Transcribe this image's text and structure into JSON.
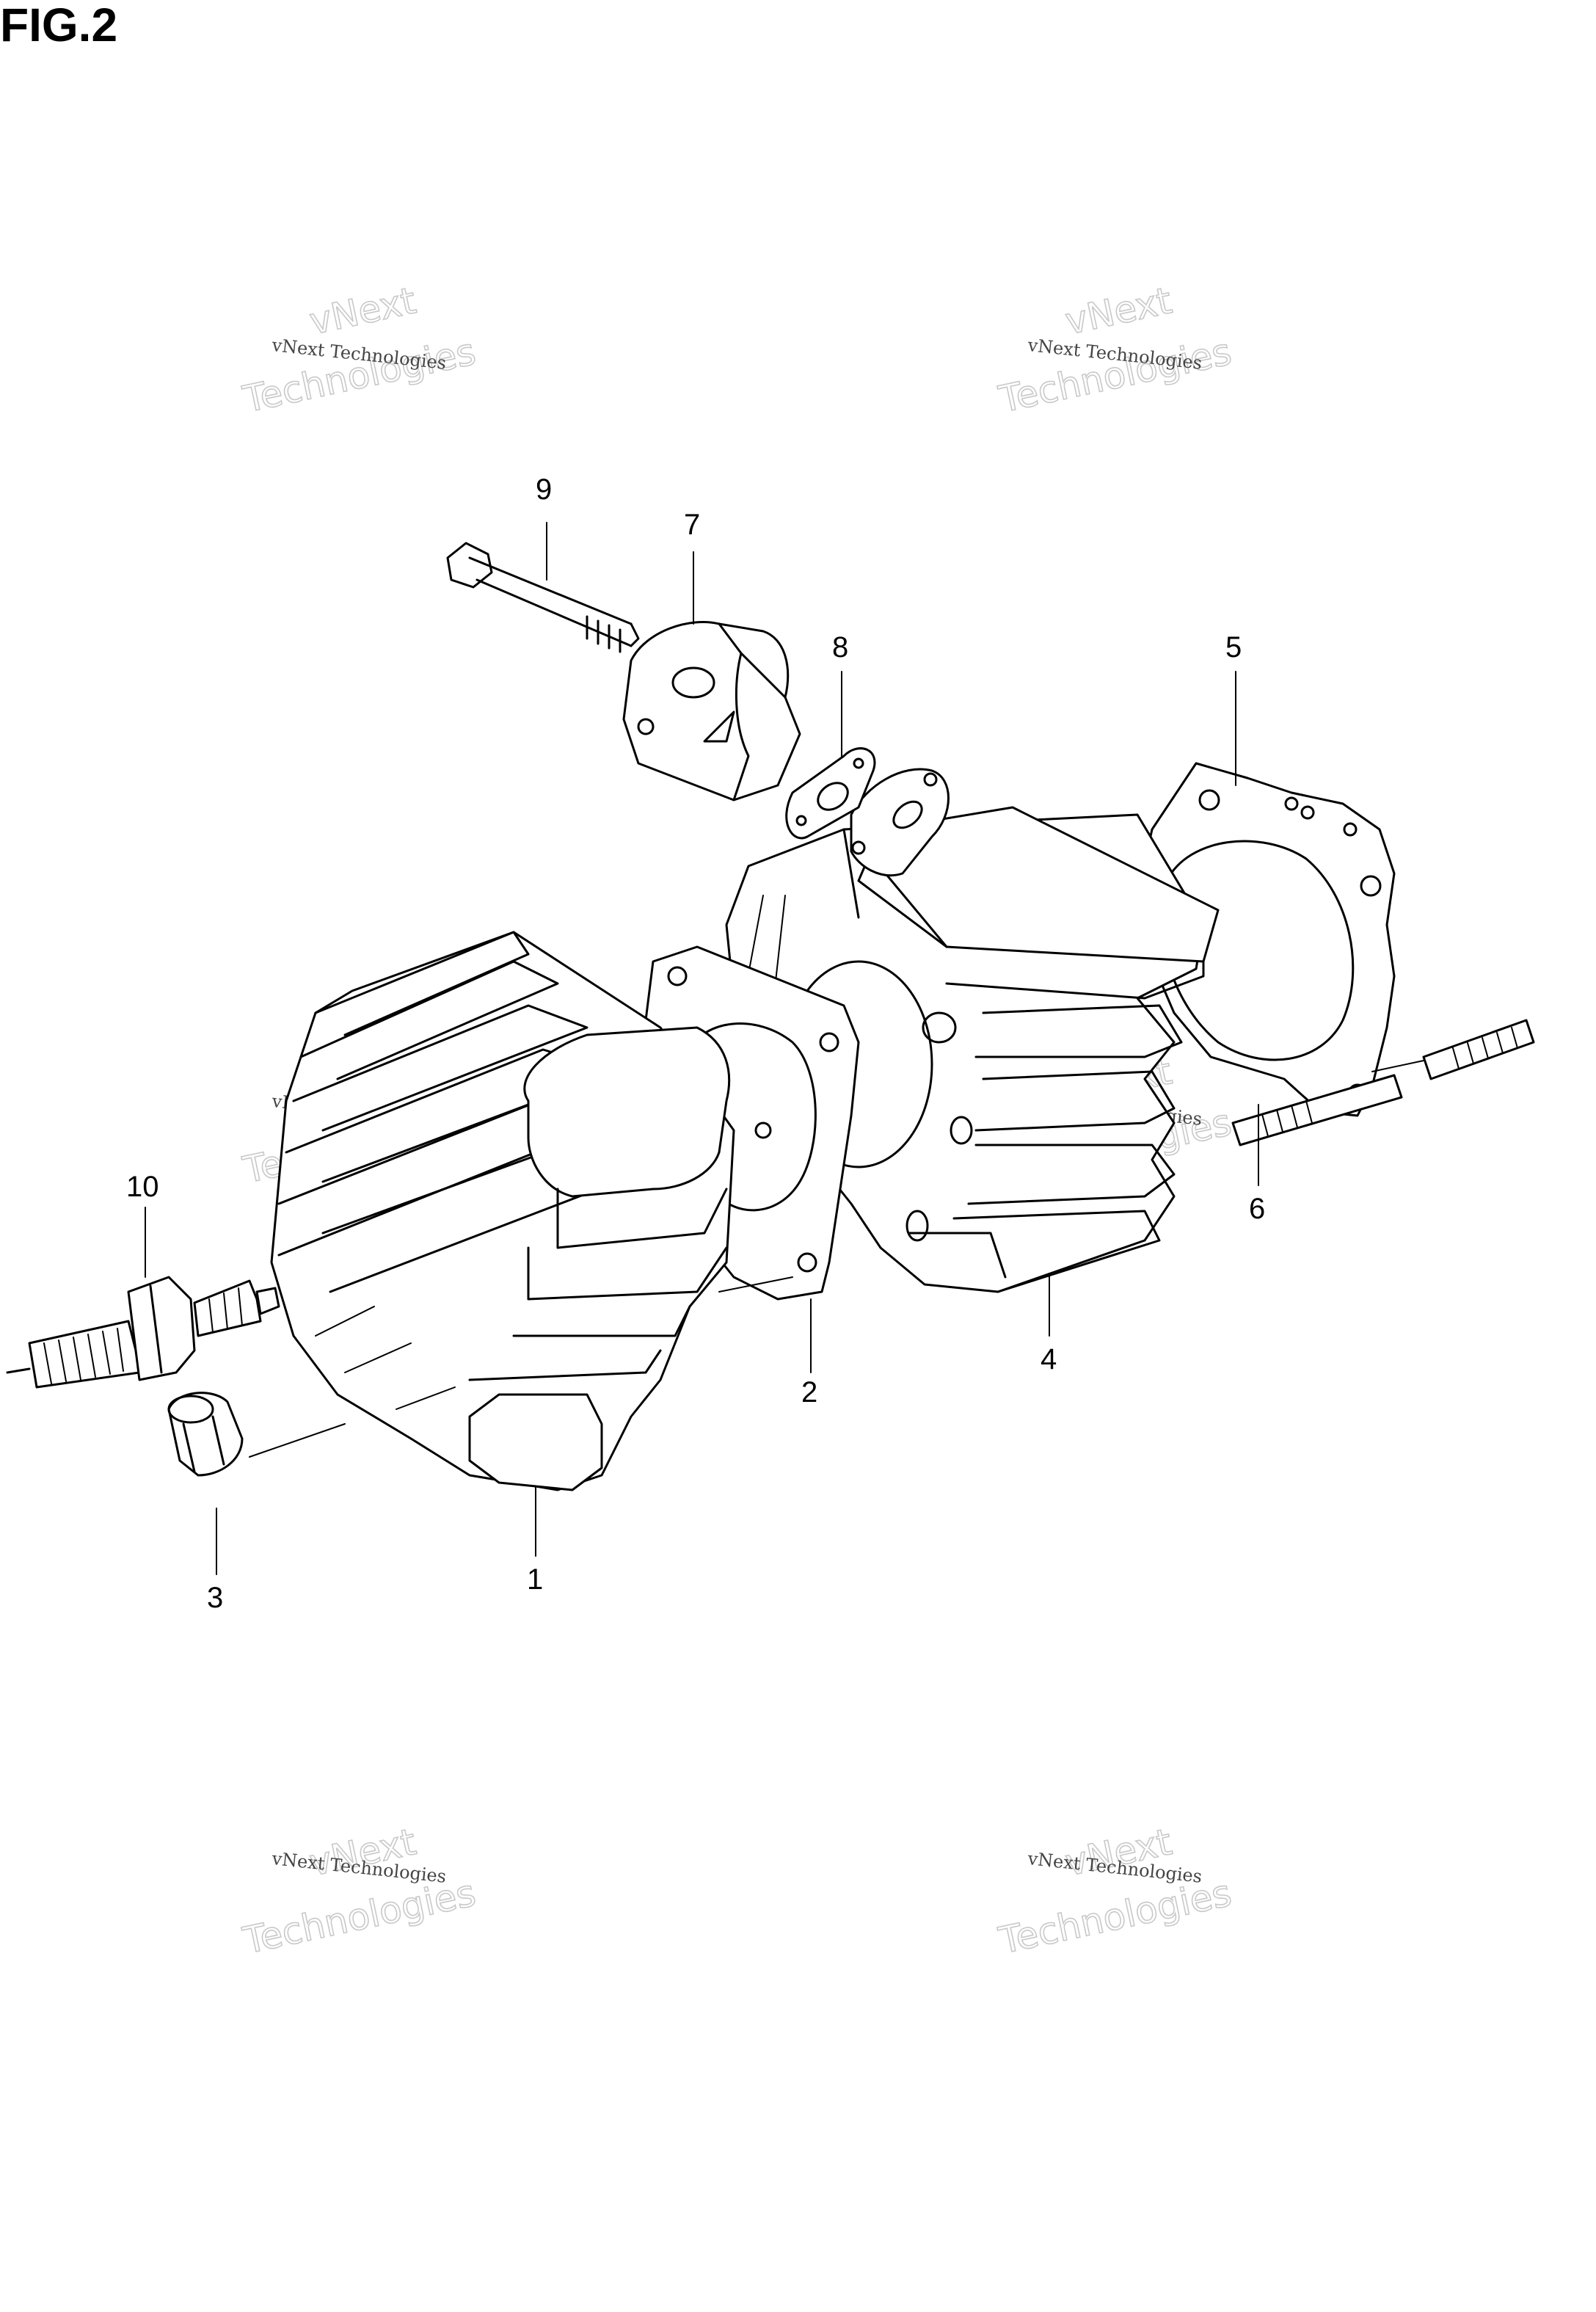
{
  "figure": {
    "title": "FIG.2"
  },
  "callouts": [
    {
      "id": "1",
      "label": "1"
    },
    {
      "id": "2",
      "label": "2"
    },
    {
      "id": "3",
      "label": "3"
    },
    {
      "id": "4",
      "label": "4"
    },
    {
      "id": "5",
      "label": "5"
    },
    {
      "id": "6",
      "label": "6"
    },
    {
      "id": "7",
      "label": "7"
    },
    {
      "id": "8",
      "label": "8"
    },
    {
      "id": "9",
      "label": "9"
    },
    {
      "id": "10",
      "label": "10"
    }
  ],
  "watermark": {
    "small_text": "vNext Technologies",
    "big_line1": "vNext",
    "big_line2": "Technologies"
  }
}
